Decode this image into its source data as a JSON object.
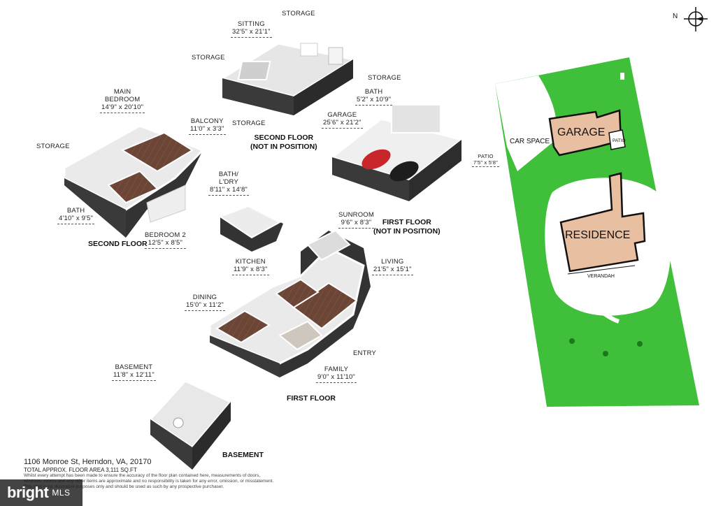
{
  "compass": {
    "label": "N"
  },
  "floors": {
    "second_floor_a": {
      "title": "SECOND FLOOR",
      "subtitle": "(NOT IN POSITION)"
    },
    "second_floor_b": {
      "title": "SECOND FLOOR"
    },
    "first_floor_garage": {
      "title": "FIRST FLOOR",
      "subtitle": "(NOT IN POSITION)"
    },
    "first_floor": {
      "title": "FIRST FLOOR"
    },
    "basement": {
      "title": "BASEMENT"
    }
  },
  "rooms": {
    "sitting": {
      "name": "SITTING",
      "dim": "32'5\" x 21'1\""
    },
    "storage_top": {
      "name": "STORAGE"
    },
    "storage_left_sf": {
      "name": "STORAGE"
    },
    "storage_bottom_sf": {
      "name": "STORAGE"
    },
    "main_bedroom": {
      "name": "MAIN",
      "name2": "BEDROOM",
      "dim": "14'9\" x 20'10\""
    },
    "balcony": {
      "name": "BALCONY",
      "dim": "11'0\" x 3'3\""
    },
    "storage_bed": {
      "name": "STORAGE"
    },
    "bath_sf": {
      "name": "BATH",
      "dim": "4'10\" x 9'5\""
    },
    "bedroom2": {
      "name": "BEDROOM 2",
      "dim": "12'5\" x 8'5\""
    },
    "storage_garage": {
      "name": "STORAGE"
    },
    "bath_garage": {
      "name": "BATH",
      "dim": "5'2\" x 10'9\""
    },
    "garage": {
      "name": "GARAGE",
      "dim": "25'6\" x 21'2\""
    },
    "patio": {
      "name": "PATIO",
      "dim": "7'5\" x 5'8\""
    },
    "bath_ldry": {
      "name": "BATH/",
      "name2": "L'DRY",
      "dim": "8'11\" x 14'8\""
    },
    "sunroom": {
      "name": "SUNROOM",
      "dim": "9'6\" x 8'3\""
    },
    "kitchen": {
      "name": "KITCHEN",
      "dim": "11'9\" x 8'3\""
    },
    "living": {
      "name": "LIVING",
      "dim": "21'5\" x 15'1\""
    },
    "dining": {
      "name": "DINING",
      "dim": "15'0\" x 11'2\""
    },
    "entry": {
      "name": "ENTRY"
    },
    "family": {
      "name": "FAMILY",
      "dim": "9'0\" x 11'10\""
    },
    "basement": {
      "name": "BASEMENT",
      "dim": "11'8\" x 12'11\""
    }
  },
  "site": {
    "garage": "GARAGE",
    "patio": "PATIO",
    "car_space": "CAR SPACE",
    "residence": "RESIDENCE",
    "verandah": "VERANDAH"
  },
  "footer": {
    "address": "1106 Monroe St, Herndon, VA, 20170",
    "area": "TOTAL APPROX. FLOOR AREA 3,111 SQ.FT",
    "disclaimer_1": "Whilst every attempt has been made to ensure the accuracy of the floor plan contained here, measurements of doors,",
    "disclaimer_2": "windows, rooms and any other items are approximate and no responsibility is taken for any error, omission, or misstatement.",
    "disclaimer_3": "This plan is for illustrative purposes only and should be used as such by any prospective purchaser."
  },
  "watermark": {
    "brand": "bright",
    "suffix": "MLS"
  },
  "colors": {
    "lawn": "#3fbf3a",
    "building": "#e9bfa2",
    "wall": "#ffffff",
    "floor_wood": "#6b4535",
    "floor_grey": "#d8d8d8",
    "wall_dark": "#333333"
  }
}
